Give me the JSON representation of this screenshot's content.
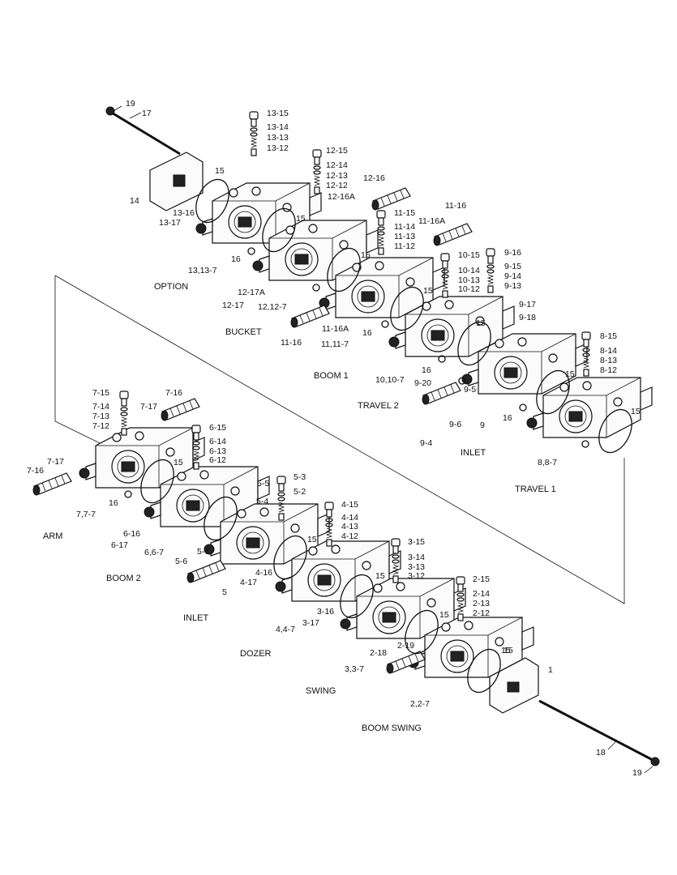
{
  "sections": {
    "option": "OPTION",
    "bucket": "BUCKET",
    "boom1": "BOOM 1",
    "travel2": "TRAVEL  2",
    "inlet_right": "INLET",
    "travel1": "TRAVEL  1",
    "arm": "ARM",
    "boom2": "BOOM 2",
    "inlet_left": "INLET",
    "dozer": "DOZER",
    "swing": "SWING",
    "boom_swing": "BOOM SWING"
  },
  "labels": [
    "19",
    "17",
    "13-15",
    "13-14",
    "13-13",
    "13-12",
    "14",
    "15",
    "13-16",
    "13-17",
    "13,13-7",
    "12-15",
    "12-14",
    "12-13",
    "12-12",
    "12-16",
    "12-16A",
    "16",
    "12-17A",
    "12-17",
    "12,12-7",
    "15",
    "11-16",
    "11-15",
    "11-14",
    "11-13",
    "11-12",
    "11-16A",
    "11-16",
    "11-16A",
    "11,11-7",
    "16",
    "15",
    "15",
    "10-15",
    "10-14",
    "10-13",
    "10-12",
    "16",
    "10,10-7",
    "9-16",
    "9-15",
    "9-14",
    "9-13",
    "9-17",
    "9-18",
    "9-20",
    "9-5",
    "9-6",
    "9",
    "9-4",
    "15",
    "8-15",
    "8-14",
    "8-13",
    "8-12",
    "15",
    "15",
    "16",
    "8,8-7",
    "7-15",
    "7-16",
    "7-14",
    "7-17",
    "7-13",
    "7-12",
    "7-17",
    "7-16",
    "16",
    "7,7-7",
    "6-15",
    "6-14",
    "6-13",
    "6-12",
    "15",
    "6-16",
    "6-17",
    "6,6-7",
    "5-5",
    "5-3",
    "5-2",
    "5-4",
    "15",
    "5-7",
    "5-6",
    "5",
    "4-15",
    "4-14",
    "4-13",
    "4-12",
    "15",
    "4-16",
    "4-17",
    "4,4-7",
    "3-15",
    "3-14",
    "3-13",
    "3-12",
    "15",
    "3-16",
    "3-17",
    "3,3-7",
    "2-15",
    "2-14",
    "2-13",
    "2-12",
    "15",
    "2-19",
    "2-18",
    "2,2-7",
    "15",
    "1",
    "18",
    "19"
  ]
}
